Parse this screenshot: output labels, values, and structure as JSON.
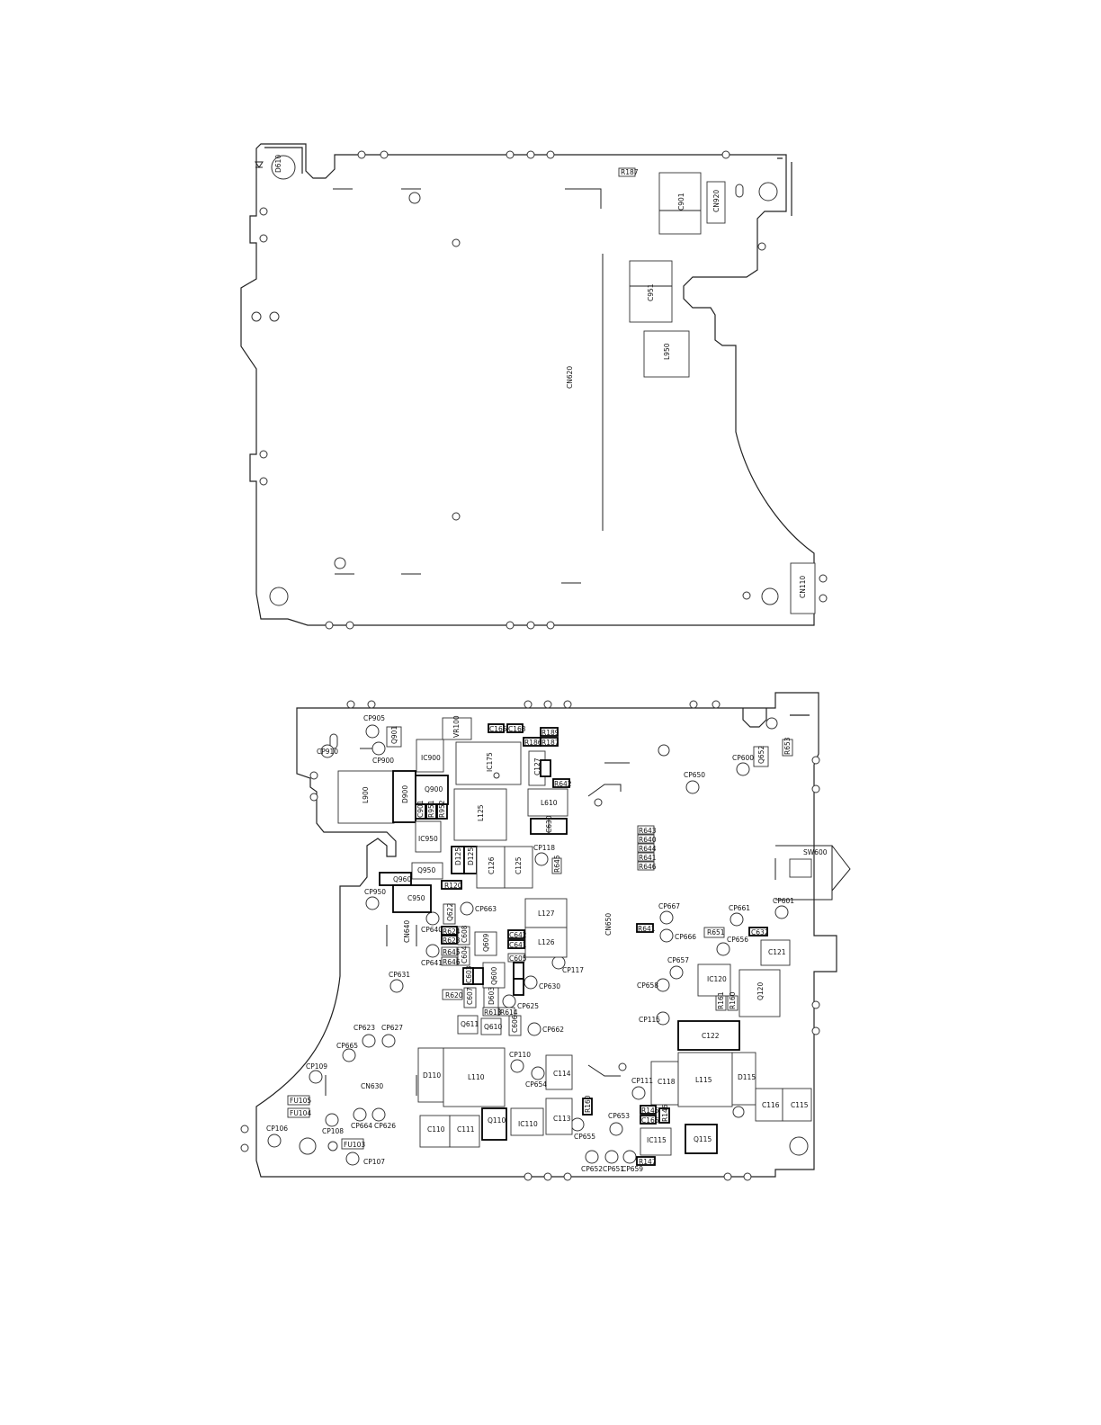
{
  "colors": {
    "line": "#222222",
    "background": "#ffffff"
  },
  "top_board": {
    "labels": [
      "D610",
      "R187",
      "C901",
      "CN920",
      "C951",
      "L950",
      "CN620",
      "CN110"
    ]
  },
  "bottom_board": {
    "labels": [
      "CP905",
      "Q901",
      "VR100",
      "C165",
      "C163",
      "R189",
      "R186",
      "R187",
      "CP910",
      "IC900",
      "CP900",
      "IC175",
      "C127",
      "R642",
      "L900",
      "D900",
      "Q900",
      "L125",
      "L610",
      "C901",
      "R951",
      "R952",
      "C630",
      "IC950",
      "D125",
      "C126",
      "C125",
      "CP118",
      "R645",
      "D125",
      "Q950",
      "Q960",
      "R120",
      "CP950",
      "C950",
      "CP663",
      "CN640",
      "CP640",
      "Q622",
      "R624",
      "R623",
      "C608",
      "Q609",
      "C642",
      "C641",
      "R645",
      "R646",
      "C604",
      "C605",
      "CP641",
      "Q600",
      "C603",
      "L127",
      "L126",
      "CP117",
      "CP630",
      "R620",
      "C607",
      "D603",
      "R613",
      "R614",
      "CP625",
      "Q611",
      "Q610",
      "C606",
      "CP662",
      "CP631",
      "CN650",
      "R643",
      "R640",
      "R644",
      "R641",
      "R646",
      "SW600",
      "CP600",
      "Q652",
      "R653",
      "CP650",
      "CP667",
      "CP661",
      "CP601",
      "R641",
      "CP666",
      "R651",
      "C632",
      "CP656",
      "C121",
      "CP657",
      "IC120",
      "CP658",
      "Q120",
      "R161",
      "R160",
      "CP115",
      "C122",
      "CP623",
      "CP627",
      "CP665",
      "CP109",
      "D110",
      "L110",
      "CP110",
      "C114",
      "CN630",
      "CP654",
      "FU105",
      "FU104",
      "CP111",
      "C118",
      "L115",
      "D115",
      "C116",
      "C115",
      "C110",
      "C111",
      "Q110",
      "IC110",
      "C113",
      "R160",
      "CP653",
      "R145",
      "C166",
      "R146",
      "CP664",
      "CP626",
      "CP108",
      "CP106",
      "FU103",
      "CP107",
      "CP655",
      "IC115",
      "Q115",
      "R147",
      "CP652",
      "CP651",
      "CP659"
    ]
  }
}
